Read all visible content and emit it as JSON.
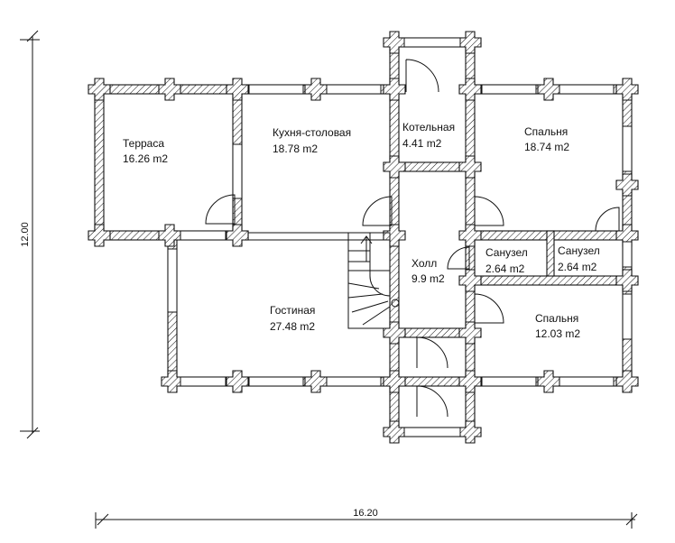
{
  "plan": {
    "rooms": [
      {
        "name": "Терраса",
        "area": "16.26 m2"
      },
      {
        "name": "Кухня-столовая",
        "area": "18.78 m2"
      },
      {
        "name": "Котельная",
        "area": "4.41 m2"
      },
      {
        "name": "Спальня",
        "area": "18.74 m2"
      },
      {
        "name": "Холл",
        "area": "9.9 m2"
      },
      {
        "name": "Санузел",
        "area": "2.64 m2"
      },
      {
        "name": "Санузел",
        "area": "2.64 m2"
      },
      {
        "name": "Гостиная",
        "area": "27.48 m2"
      },
      {
        "name": "Спальня",
        "area": "12.03 m2"
      }
    ],
    "dimensions": {
      "width": "16.20",
      "height": "12.00"
    }
  }
}
